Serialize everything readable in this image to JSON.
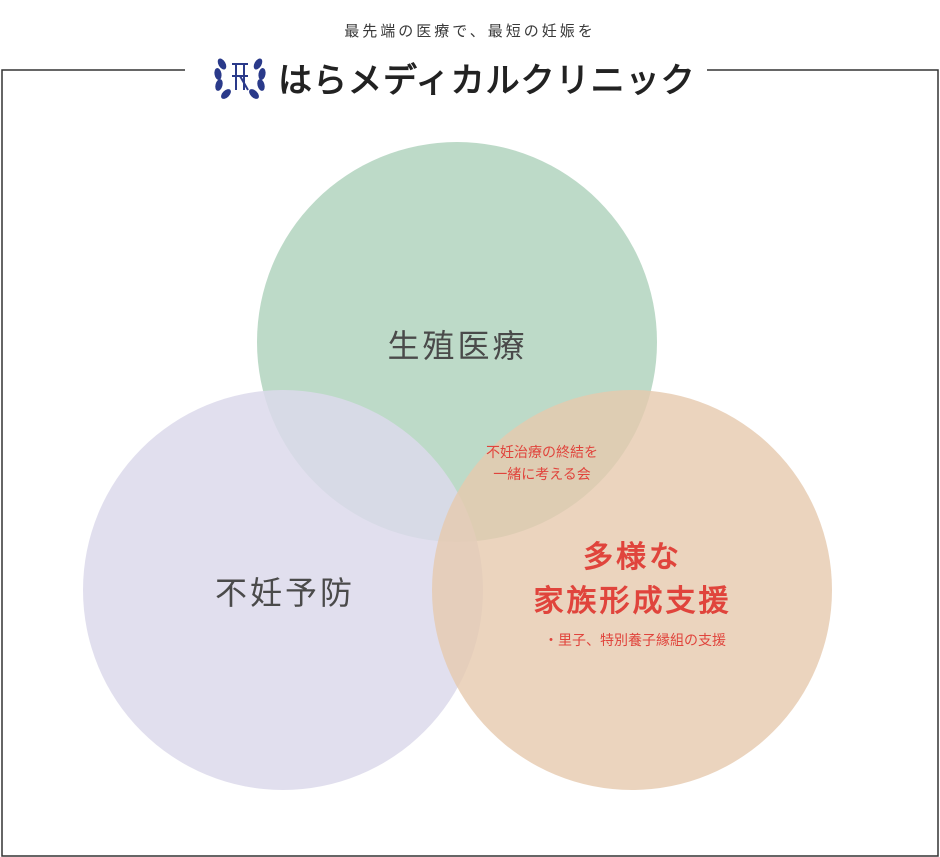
{
  "header": {
    "tagline": "最先端の医療で、最短の妊娠を",
    "brand_name": "はらメディカルクリニック",
    "logo_icon": "laurel-wreath-monogram-icon"
  },
  "diagram": {
    "circles": [
      {
        "id": "green",
        "label": "生殖医療",
        "color": "#b9d8c5"
      },
      {
        "id": "purple",
        "label": "不妊予防",
        "color": "#dfdcec"
      },
      {
        "id": "orange",
        "label_lines": [
          "多様な",
          "家族形成支援"
        ],
        "sub": "・里子、特別養子縁組の支援",
        "color": "#e8cfb6"
      }
    ],
    "center_label_lines": [
      "不妊治療の終結を",
      "一緒に考える会"
    ],
    "accent_color": "#e0443c"
  }
}
